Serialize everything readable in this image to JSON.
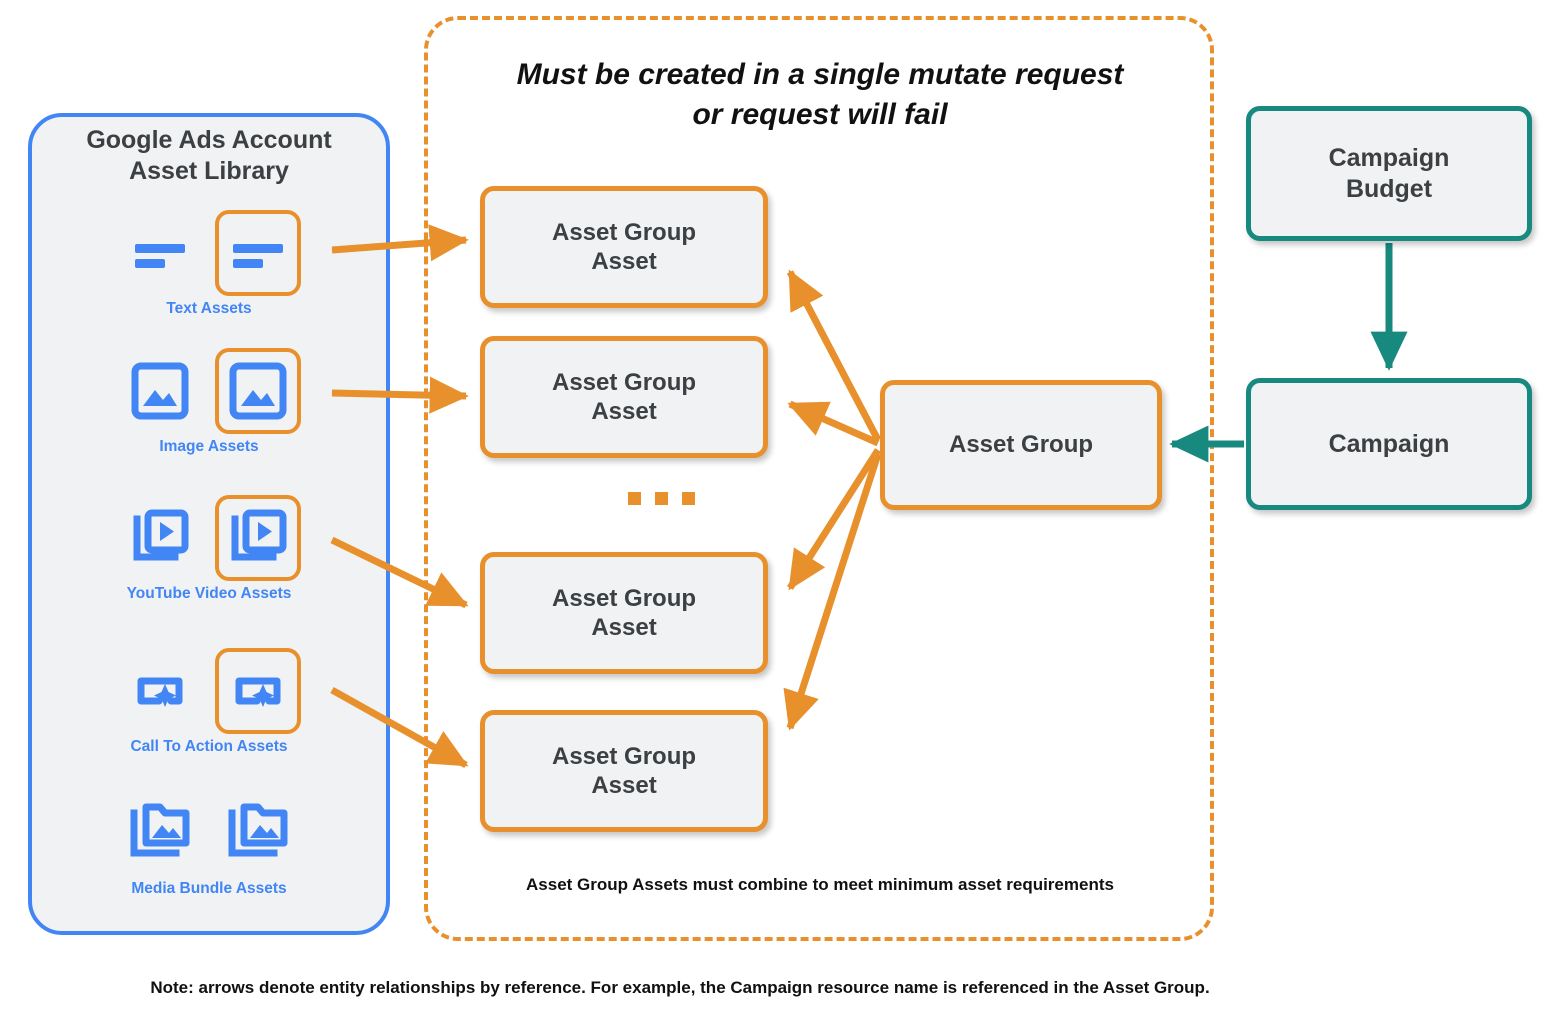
{
  "diagram": {
    "title_note": "Note: arrows denote entity relationships by reference. For example, the Campaign resource name is referenced in the Asset Group.",
    "colors": {
      "orange": "#E8902C",
      "blue": "#4285F4",
      "teal": "#18897E",
      "node_fill": "#F1F2F3",
      "text_dark": "#3C4043"
    }
  },
  "library": {
    "title_line1": "Google Ads Account",
    "title_line2": "Asset Library",
    "assets": [
      {
        "label": "Text Assets",
        "icon": "text-lines-icon",
        "highlighted": true
      },
      {
        "label": "Image Assets",
        "icon": "image-icon",
        "highlighted": true
      },
      {
        "label": "YouTube Video  Assets",
        "icon": "video-stack-icon",
        "highlighted": true
      },
      {
        "label": "Call To Action Assets",
        "icon": "call-to-action-icon",
        "highlighted": true
      },
      {
        "label": "Media Bundle  Assets",
        "icon": "media-bundle-folder-icon",
        "highlighted": false
      }
    ]
  },
  "mutate_container": {
    "heading_line1": "Must be created in a single mutate request",
    "heading_line2": "or request will fail",
    "footer": "Asset Group Assets must combine to meet minimum asset requirements",
    "ellipsis": "...",
    "asset_group_assets": [
      {
        "line1": "Asset Group",
        "line2": "Asset"
      },
      {
        "line1": "Asset Group",
        "line2": "Asset"
      },
      {
        "line1": "Asset Group",
        "line2": "Asset"
      },
      {
        "line1": "Asset Group",
        "line2": "Asset"
      }
    ]
  },
  "nodes": {
    "asset_group": "Asset Group",
    "campaign_budget_line1": "Campaign",
    "campaign_budget_line2": "Budget",
    "campaign": "Campaign"
  }
}
